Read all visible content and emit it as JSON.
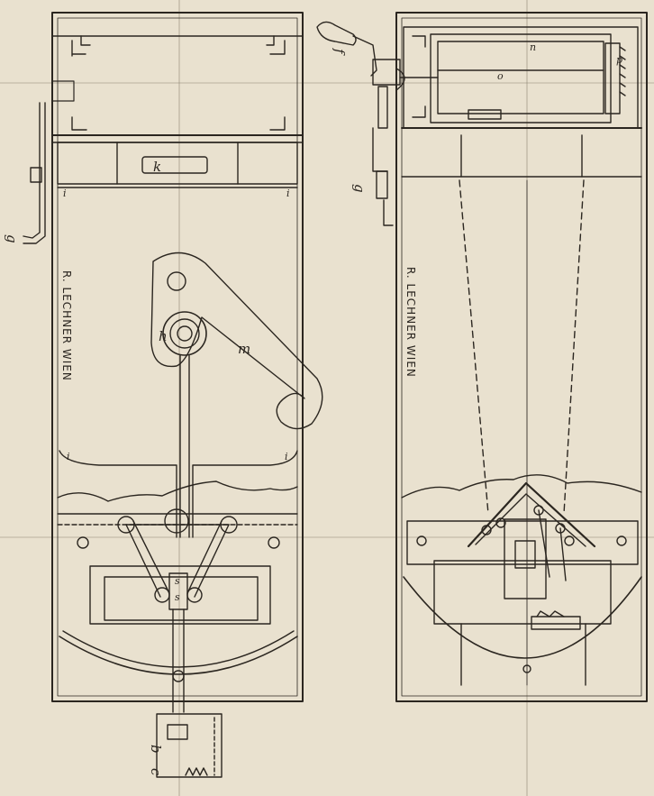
{
  "plate": {
    "paper_color": "#e9e1cf",
    "ink_color": "#2b2620"
  },
  "left_view": {
    "maker_mark": "R. LECHNER  WIEN",
    "labels": {
      "g": "g",
      "k": "k",
      "i": "i",
      "h": "h",
      "m": "m",
      "s": "s",
      "b": "b",
      "c": "c"
    }
  },
  "right_view": {
    "maker_mark": "R. LECHNER  WIEN",
    "labels": {
      "f": "f",
      "g": "g",
      "n": "n",
      "o": "o",
      "p": "p"
    }
  }
}
